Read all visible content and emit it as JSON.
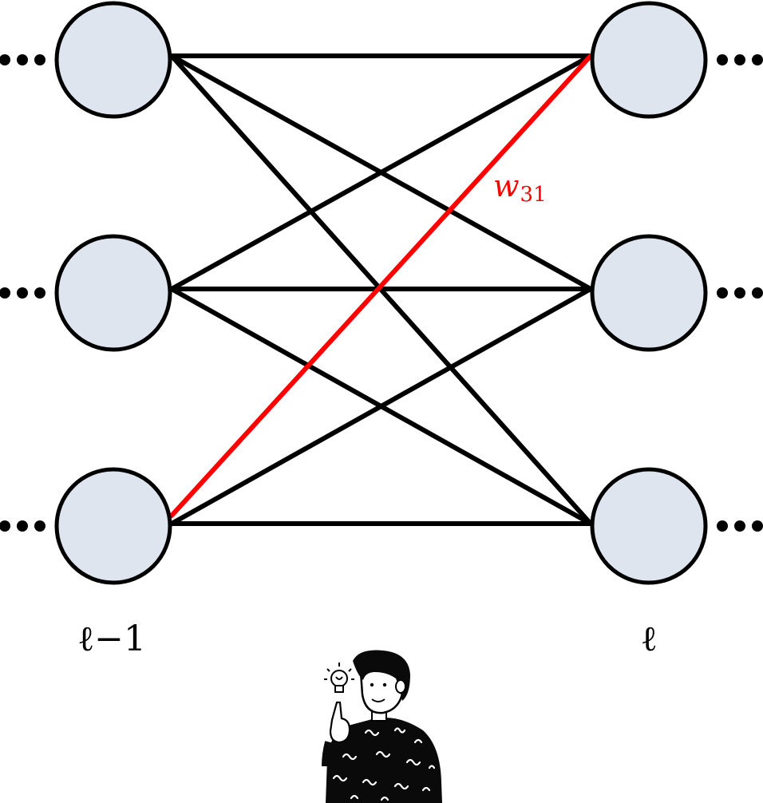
{
  "diagram": {
    "layers": [
      {
        "label": "ℓ−1",
        "nodes": 3
      },
      {
        "label": "ℓ",
        "nodes": 3
      }
    ],
    "ellipsis": "•••",
    "highlight": {
      "from_node": 3,
      "to_node": 1,
      "symbol": "w",
      "subscript": "31",
      "color": "#ff0000"
    },
    "colors": {
      "node_fill": "#dfe5ef",
      "node_stroke": "#000000",
      "edge": "#000000",
      "highlight": "#ff0000"
    },
    "illustration": "person-idea-icon"
  }
}
